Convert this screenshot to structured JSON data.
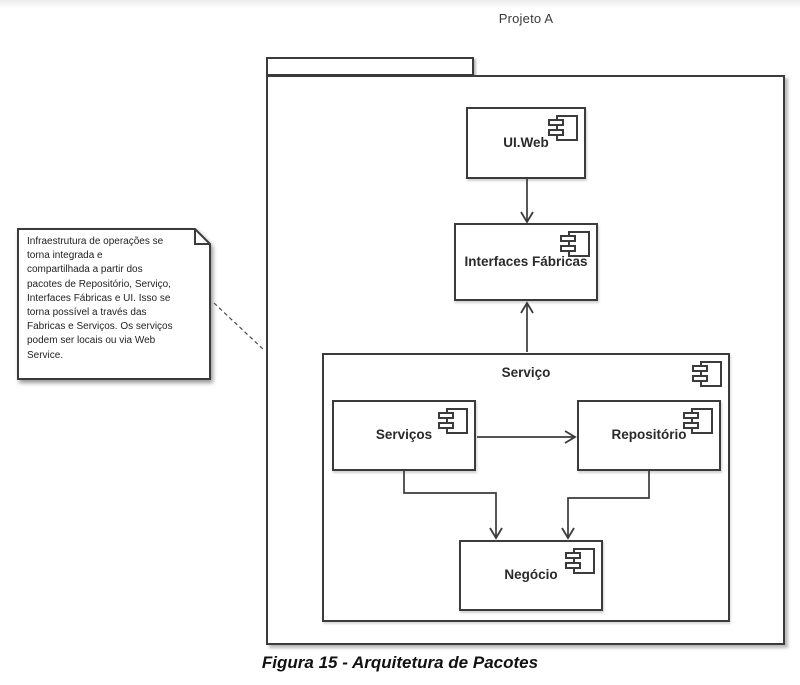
{
  "title": "Projeto A",
  "outer_package": {
    "label": ""
  },
  "nodes": {
    "ui_web": "UI.Web",
    "interfaces_fabricas": "Interfaces Fábricas",
    "servico_package": "Serviço",
    "servicos": "Serviços",
    "repositorio": "Repositório",
    "negocio": "Negócio"
  },
  "note_text": "Infraestrutura de operações se\ntorna integrada e\ncompartilhada a partir dos\npacotes de Repositório, Serviço,\nInterfaces Fábricas e UI. Isso se\ntorna possível a través das\nFabricas e Serviços. Os serviços\npodem ser locais ou via Web\nService.",
  "caption": "Figura 15 - Arquitetura de Pacotes",
  "colors": {
    "line": "#3b3b3b",
    "background": "#ffffff"
  }
}
